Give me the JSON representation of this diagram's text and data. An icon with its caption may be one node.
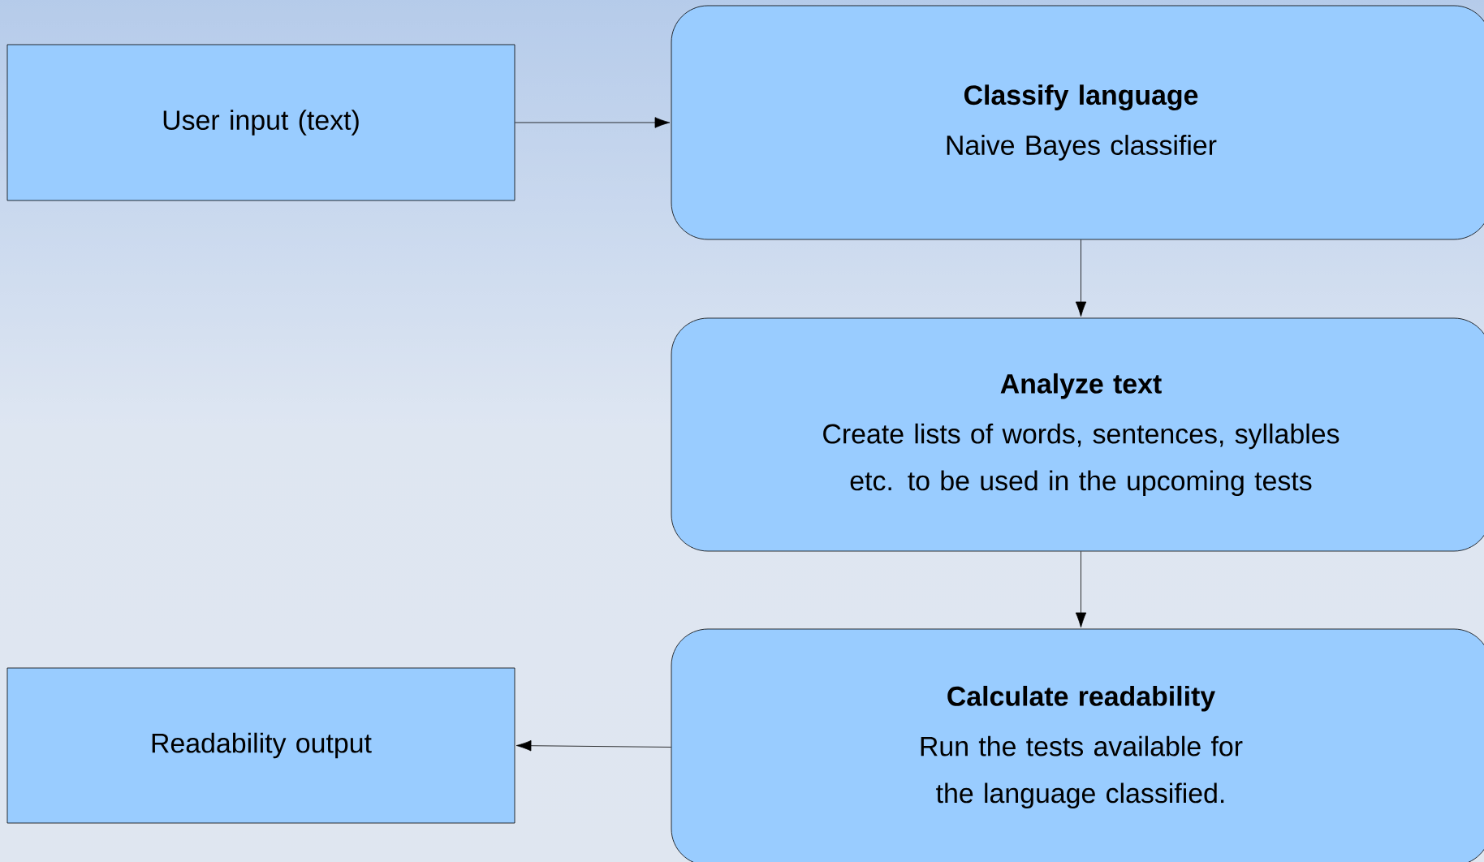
{
  "diagram": {
    "nodes": [
      {
        "text": [
          "User input (text)"
        ]
      },
      {
        "text": [
          "Classify language",
          "Naive Bayes classifier"
        ]
      },
      {
        "text": [
          "Analyze text",
          "Create lists of words, sentences, syllables etc. to be used in the upcoming tests"
        ]
      },
      {
        "text": [
          "Calculate readability",
          "Run the tests available for the language classified."
        ]
      },
      {
        "text": [
          "Readability output"
        ]
      }
    ],
    "edges": [
      {
        "from": 0,
        "to": 1,
        "arrow": "to"
      },
      {
        "from": 1,
        "to": 2,
        "arrow": "to"
      },
      {
        "from": 2,
        "to": 3,
        "arrow": "to"
      },
      {
        "from": 3,
        "to": 4,
        "arrow": "to"
      }
    ]
  }
}
